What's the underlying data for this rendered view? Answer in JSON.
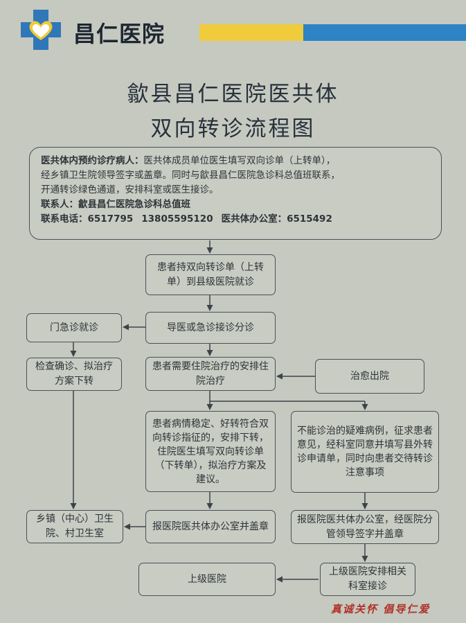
{
  "header": {
    "logo_icon": "cross-heart-logo-icon",
    "hospital_name": "昌仁医院",
    "brand_colors": {
      "yellow": "#f0cc3c",
      "blue": "#2d83c4",
      "logo_blue": "#2f77b8"
    }
  },
  "title": {
    "line1": "歙县昌仁医院医共体",
    "line2": "双向转诊流程图"
  },
  "info": {
    "label_patients": "医共体内预约诊疗病人：",
    "text_line1": "医共体成员单位医生填写双向诊单（上转单），",
    "text_line2": "经乡镇卫生院领导签字或盖章。同时与歙县昌仁医院急诊科总值班联系，",
    "text_line3": "开通转诊绿色通道，安排科室或医生接诊。",
    "contact_label": "联系人：",
    "contact_value": "歙县昌仁医院急诊科总值班",
    "phone_label": "联系电话：",
    "phone_1": "6517795",
    "phone_2": "13805595120",
    "office_label": "医共体办公室：",
    "office_phone": "6515492"
  },
  "nodes": {
    "hold_referral": "患者持双向转诊单（上转单）到县级医院就诊",
    "triage": "导医或急诊接诊分诊",
    "outpatient": "门急诊就诊",
    "exam_diagnose": "检查确诊、拟治疗方案下转",
    "need_hospitalization": "患者需要住院治疗的安排住院治疗",
    "cured_discharge": "治愈出院",
    "stable_transfer": "患者病情稳定、好转符合双向转诊指征的，安排下转，住院医生填写双向转诊单（下转单），拟治疗方案及建议。",
    "difficult_cases": "不能诊治的疑难病例，征求患者意见，经科室同意并填写县外转诊申请单，同时向患者交待转诊注意事项",
    "township_clinic": "乡镇（中心）卫生院、村卫生室",
    "report_office_stamp": "报医院医共体办公室并盖章",
    "report_office_sign": "报医院医共体办公室，经医院分管领导签字并盖章",
    "superior_hospital": "上级医院",
    "superior_arrange": "上级医院安排相关科室接诊"
  },
  "slogan": "真诚关怀  倡导仁爱",
  "slogan_color": "#b23026"
}
